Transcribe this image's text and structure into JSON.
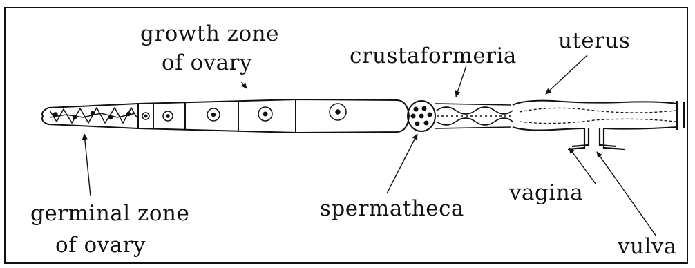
{
  "labels": {
    "growth_zone_line1": "growth zone",
    "growth_zone_line2": "of ovary",
    "crustaformeria": "crustaformeria",
    "uterus": "uterus",
    "germinal_zone_line1": "germinal zone",
    "germinal_zone_line2": "of ovary",
    "spermatheca": "spermatheca",
    "vagina": "vagina",
    "vulva": "vulva"
  },
  "colors": {
    "ink": "#111111",
    "background": "#ffffff"
  }
}
